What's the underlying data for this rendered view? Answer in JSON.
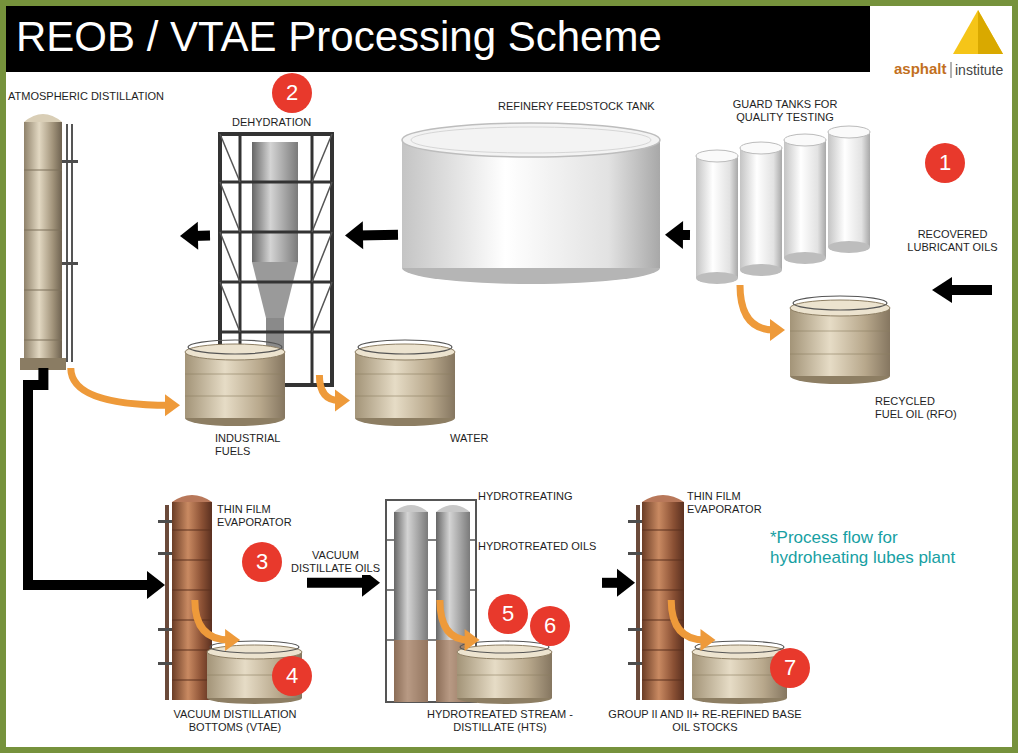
{
  "diagram": {
    "title": "REOB / VTAE Processing Scheme",
    "nodes": [
      {
        "text": [
          "ATMOSPHERIC DISTILLATION"
        ]
      },
      {
        "text": [
          "DEHYDRATION"
        ]
      },
      {
        "text": [
          "REFINERY FEEDSTOCK TANK"
        ]
      },
      {
        "text": [
          "GUARD TANKS FOR QUALITY TESTING"
        ]
      },
      {
        "text": [
          "INDUSTRIAL FUELS"
        ]
      },
      {
        "text": [
          "WATER"
        ]
      },
      {
        "text": [
          "RECYCLED FUEL OIL (RFO)"
        ]
      },
      {
        "text": [
          "THIN FILM EVAPORATOR"
        ]
      },
      {
        "text": [
          "VACUUM DISTILLATION BOTTOMS (VTAE)"
        ]
      },
      {
        "text": [
          "HYDROTREATING",
          "HYDROTREATED OILS"
        ]
      },
      {
        "text": [
          "HYDROTREATED STREAM -DISTILLATE (HTS)"
        ]
      },
      {
        "text": [
          "THIN FILM EVAPORATOR"
        ]
      },
      {
        "text": [
          "GROUP II AND II+ RE-REFINED BASE OIL STOCKS"
        ]
      }
    ],
    "edges": [
      {
        "from": 3,
        "to": 2,
        "arrow": "to"
      },
      {
        "from": 3,
        "to": 6,
        "arrow": "to"
      },
      {
        "from": 2,
        "to": 1,
        "arrow": "to"
      },
      {
        "from": 1,
        "to": 5,
        "arrow": "to"
      },
      {
        "from": 1,
        "to": 0,
        "arrow": "to"
      },
      {
        "from": 0,
        "to": 4,
        "arrow": "to"
      },
      {
        "from": 0,
        "to": 7,
        "arrow": "to"
      },
      {
        "from": 7,
        "to": 8,
        "arrow": "to"
      },
      {
        "from": 7,
        "to": 9,
        "label": "VACUUM DISTILLATE OILS",
        "arrow": "to"
      },
      {
        "from": 9,
        "to": 10,
        "arrow": "to"
      },
      {
        "from": 9,
        "to": 11,
        "arrow": "to"
      },
      {
        "from": 11,
        "to": 12,
        "arrow": "to"
      }
    ],
    "labels": [
      "asphalt",
      "institute",
      "2",
      "1",
      "RECOVERED LUBRICANT OILS",
      "3",
      "*Process flow for hydroheating lubes plant",
      "4",
      "5",
      "6",
      "7"
    ]
  }
}
